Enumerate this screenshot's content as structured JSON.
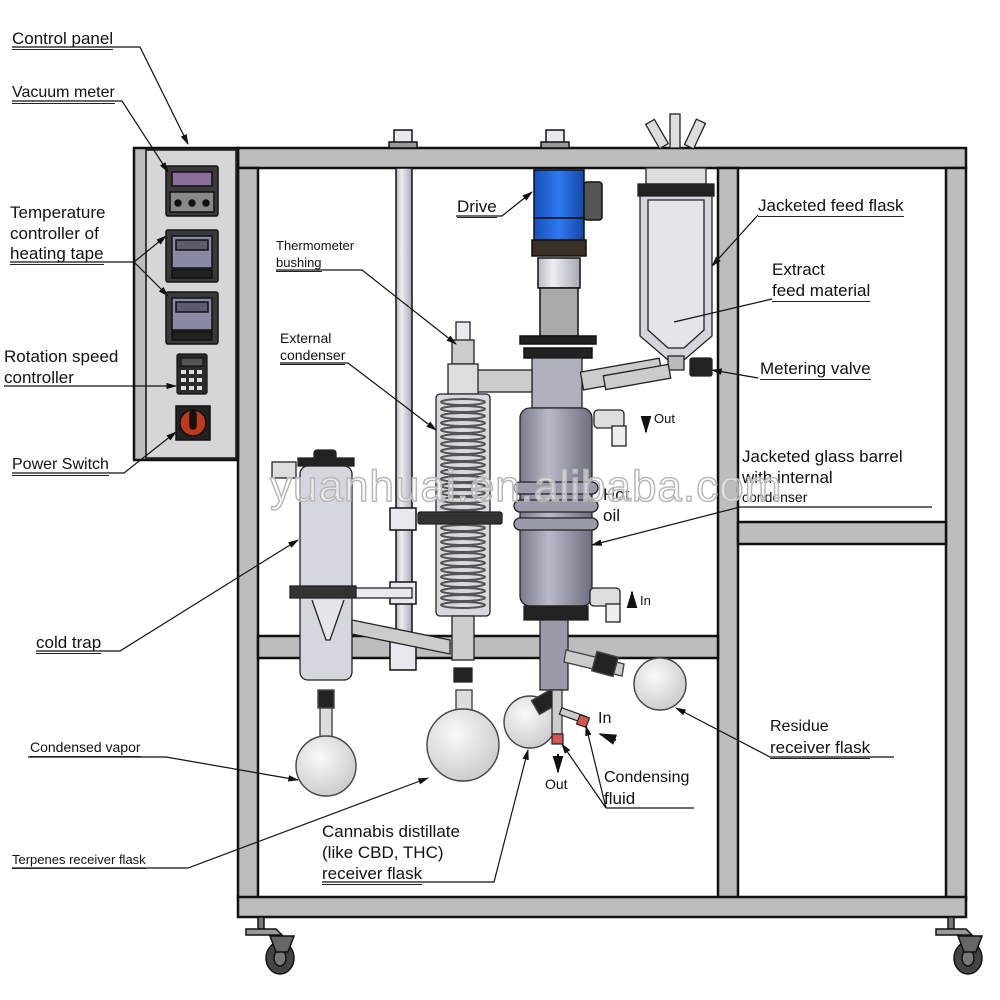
{
  "diagram": {
    "title": "Short path molecular distillation apparatus",
    "labels": {
      "control_panel": "Control panel",
      "vacuum_meter": "Vacuum meter",
      "temp_controller_l1": "Temperature",
      "temp_controller_l2": "controller of",
      "temp_controller_l3": "heating tape",
      "rotation_l1": "Rotation speed",
      "rotation_l2": "controller",
      "power_switch": "Power Switch",
      "thermometer_l1": "Thermometer",
      "thermometer_l2": "bushing",
      "ext_condenser_l1": "External",
      "ext_condenser_l2": "condenser",
      "drive": "Drive",
      "jacketed_feed_flask": "Jacketed feed flask",
      "extract_l1": "Extract",
      "extract_l2": "feed material",
      "metering_valve": "Metering valve",
      "out_top": "Out",
      "in_mid": "In",
      "hot_l1": "Hot",
      "hot_l2": "oil",
      "barrel_l1": "Jacketed glass barrel",
      "barrel_l2": "with internal",
      "barrel_l3": "condenser",
      "cold_trap": "cold trap",
      "condensed_vapor": "Condensed vapor",
      "terpenes": "Terpenes receiver flask",
      "cannabis_l1": "Cannabis distillate",
      "cannabis_l2": "(like CBD, THC)",
      "cannabis_l3": "receiver flask",
      "in_bottom": "In",
      "out_bottom": "Out",
      "condensing_l1": "Condensing",
      "condensing_l2": "fluid",
      "residue_l1": "Residue",
      "residue_l2": "receiver flask"
    },
    "watermark": "yuanhuai.en.alibaba.com",
    "colors": {
      "frame": "#bdbdbd",
      "panel": "#d4d4d4",
      "drive": "#1f63d8",
      "switch": "#c0391b",
      "glass": "#cfcfd6",
      "barrel": "#9a9aaa",
      "nozzle": "#d9534f"
    }
  }
}
